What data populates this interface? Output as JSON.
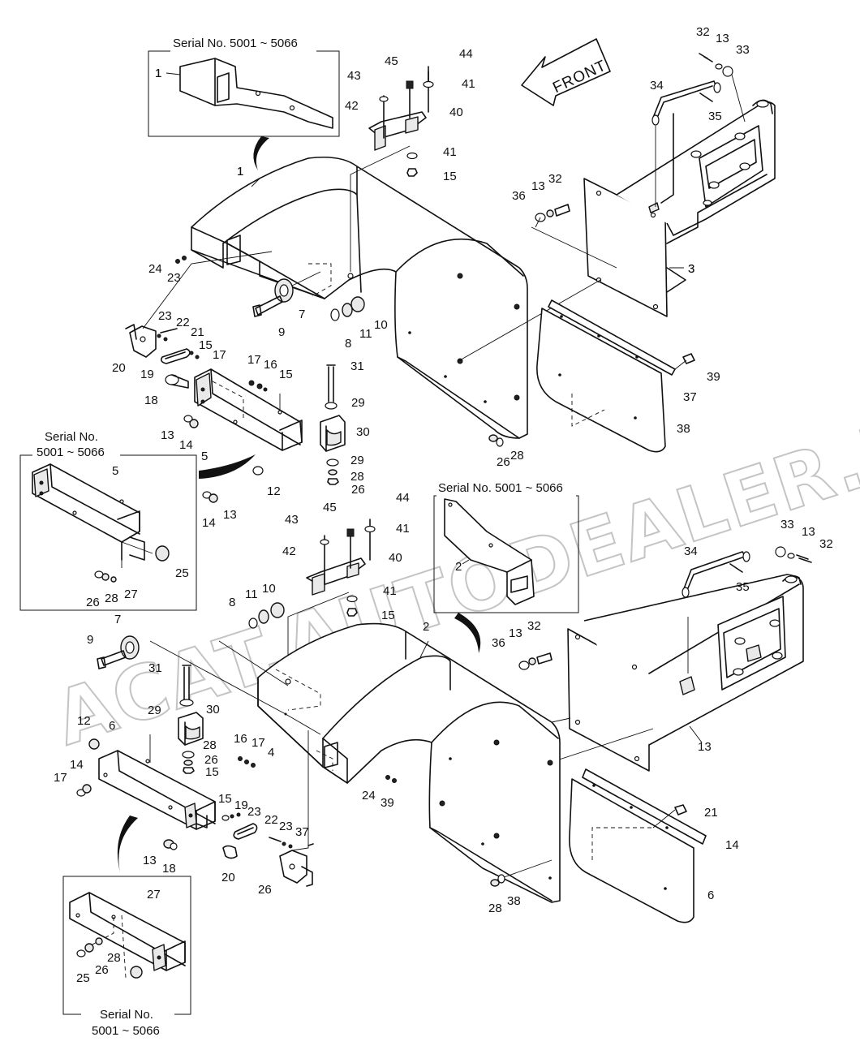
{
  "diagram": {
    "front_arrow_label": "FRONT",
    "watermark": "ACAT.AUTODEALER.RU",
    "serial_boxes": {
      "top_left": "Serial No. 5001 ~ 5066",
      "mid_right": "Serial No. 5001 ~ 5066",
      "left_line1": "Serial No.",
      "left_line2": "5001 ~ 5066",
      "bottom_line1": "Serial No.",
      "bottom_line2": "5001 ~ 5066"
    },
    "callouts": [
      "1",
      "1",
      "43",
      "45",
      "44",
      "41",
      "42",
      "40",
      "41",
      "15",
      "32",
      "13",
      "33",
      "34",
      "35",
      "24",
      "23",
      "7",
      "9",
      "8",
      "11",
      "10",
      "36",
      "13",
      "32",
      "3",
      "23",
      "22",
      "21",
      "20",
      "15",
      "17",
      "19",
      "17",
      "16",
      "15",
      "18",
      "31",
      "29",
      "13",
      "14",
      "5",
      "30",
      "39",
      "37",
      "38",
      "29",
      "28",
      "26",
      "12",
      "28",
      "26",
      "14",
      "13",
      "5",
      "25",
      "26",
      "28",
      "27",
      "44",
      "43",
      "45",
      "41",
      "42",
      "40",
      "2",
      "8",
      "11",
      "10",
      "7",
      "41",
      "9",
      "15",
      "33",
      "13",
      "32",
      "34",
      "35",
      "31",
      "2",
      "36",
      "13",
      "32",
      "30",
      "29",
      "12",
      "6",
      "28",
      "26",
      "15",
      "16",
      "17",
      "4",
      "13",
      "14",
      "17",
      "15",
      "19",
      "23",
      "24",
      "39",
      "21",
      "22",
      "23",
      "37",
      "14",
      "13",
      "18",
      "20",
      "26",
      "28",
      "38",
      "6",
      "27",
      "28",
      "26",
      "25"
    ]
  }
}
